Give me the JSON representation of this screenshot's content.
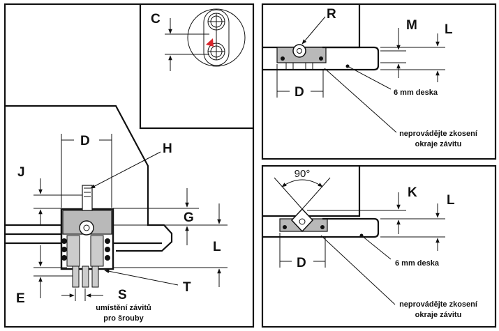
{
  "panel_main": {
    "labels": {
      "C": "C",
      "D": "D",
      "H": "H",
      "J": "J",
      "G": "G",
      "L": "L",
      "E": "E",
      "S": "S",
      "T": "T"
    },
    "note_line1": "umístění závitů",
    "note_line2": "pro šrouby"
  },
  "panel_top_right": {
    "labels": {
      "R": "R",
      "M": "M",
      "L": "L",
      "D": "D"
    },
    "plate_note": "6 mm deska",
    "warn_line1": "neprovádějte zkosení",
    "warn_line2": "okraje závitu"
  },
  "panel_bottom_right": {
    "angle": "90°",
    "labels": {
      "K": "K",
      "L": "L",
      "D": "D"
    },
    "plate_note": "6 mm deska",
    "warn_line1": "neprovádějte zkosení",
    "warn_line2": "okraje závitu"
  },
  "colors": {
    "accent_red": "#d9262c",
    "part_gray": "#b9b9b9"
  }
}
